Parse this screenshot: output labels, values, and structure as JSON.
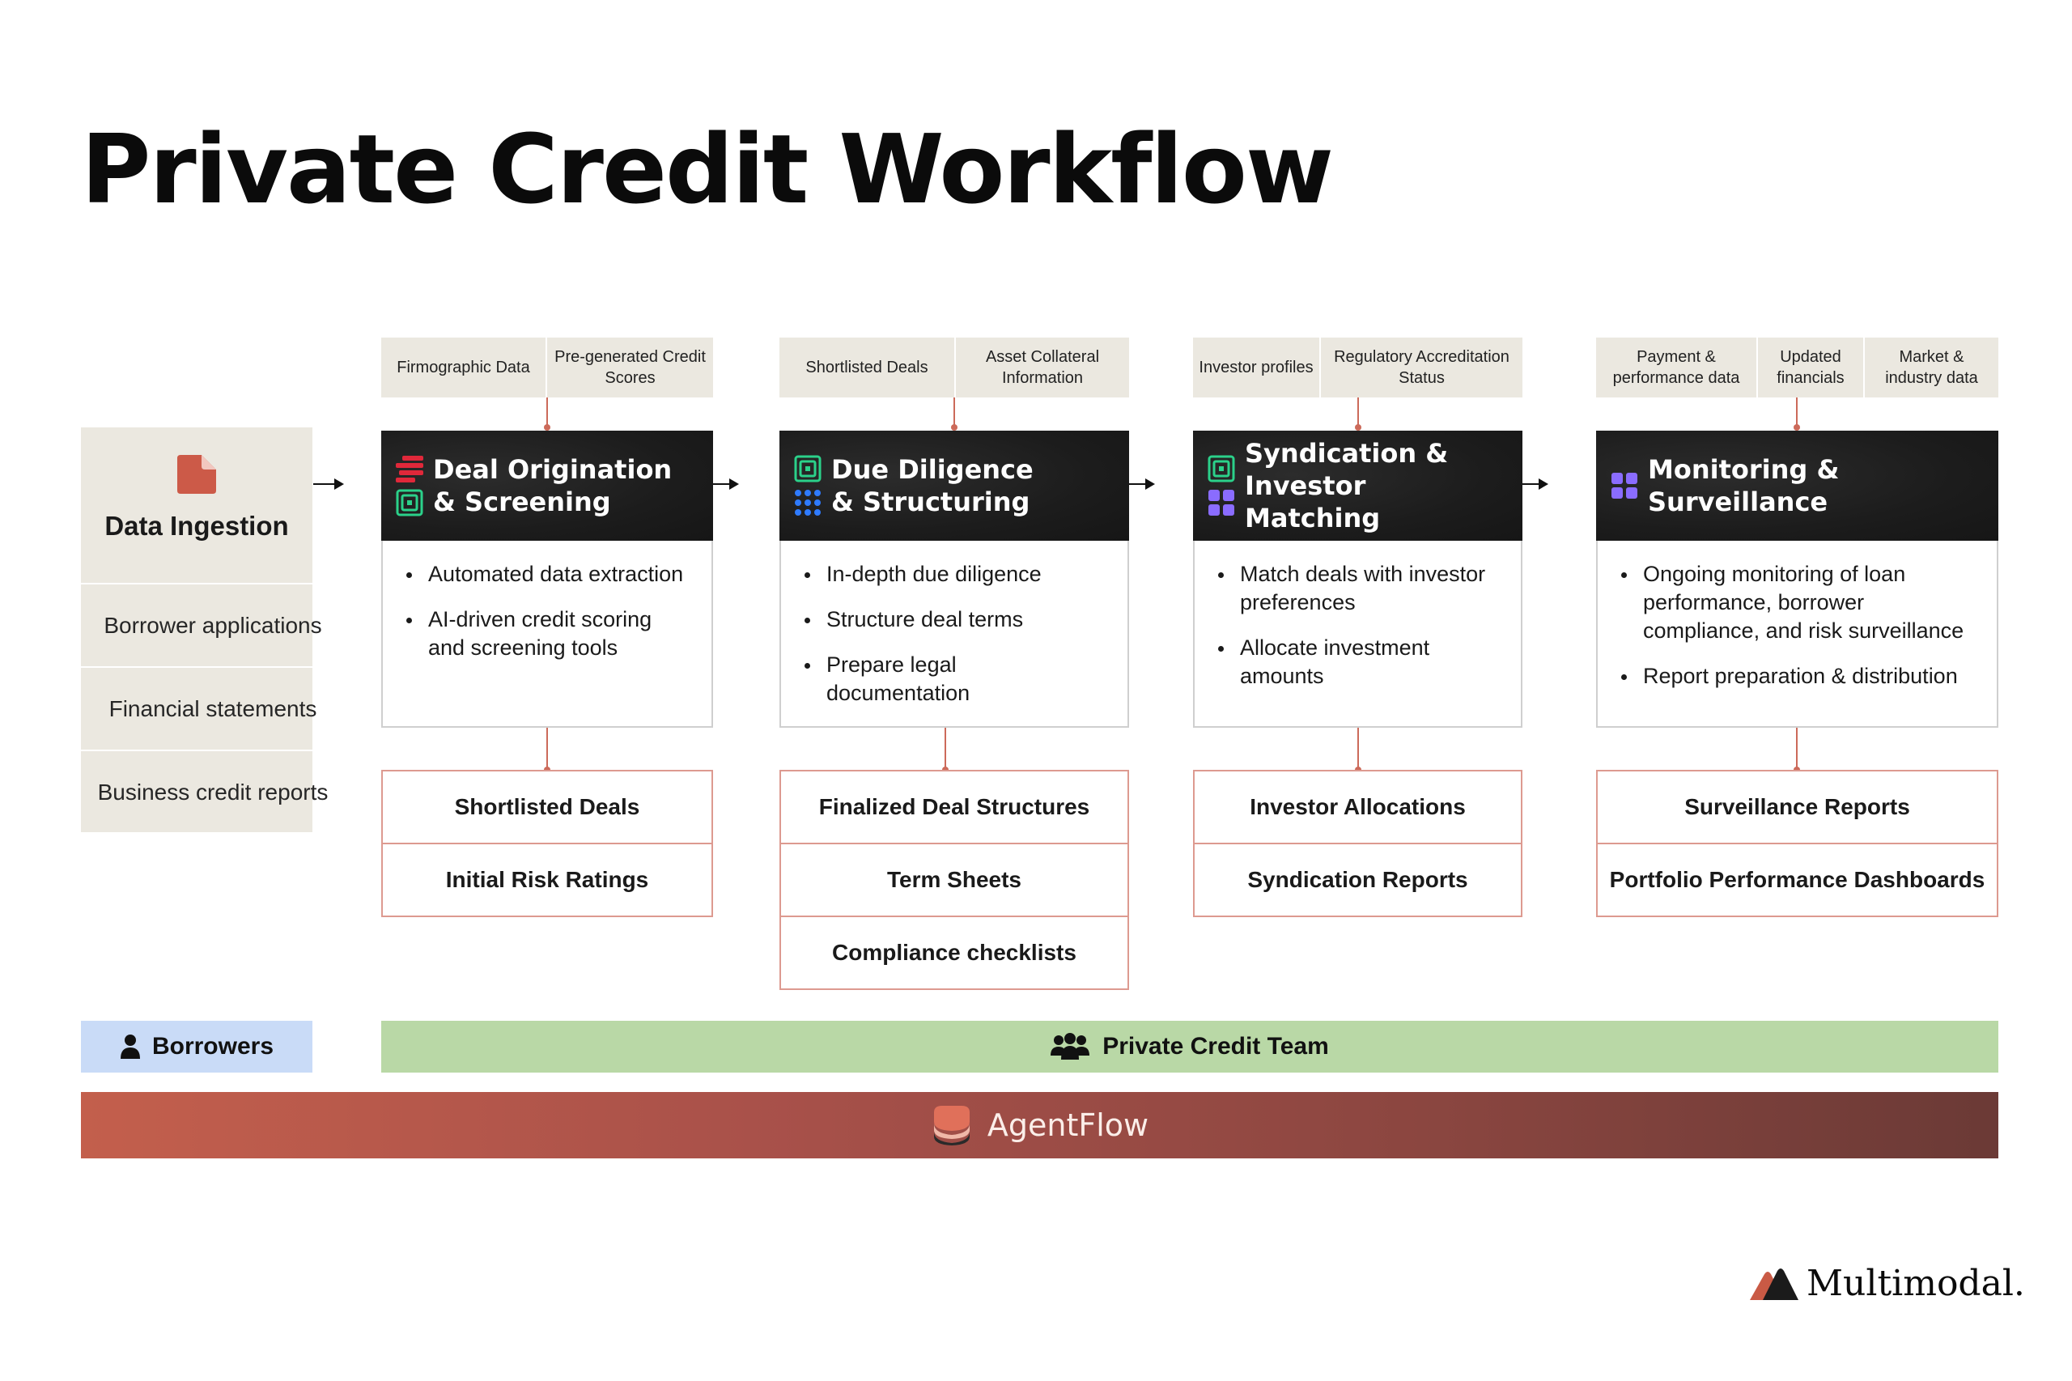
{
  "title": "Private Credit Workflow",
  "ingestion": {
    "title": "Data Ingestion",
    "items": [
      "Borrower applications",
      "Financial statements",
      "Business credit reports"
    ]
  },
  "stages": [
    {
      "inputs": [
        "Firmographic Data",
        "Pre-generated Credit Scores"
      ],
      "title": "Deal Origination & Screening",
      "bullets": [
        "Automated data extraction",
        "AI-driven credit scoring and screening tools"
      ],
      "outputs": [
        "Shortlisted Deals",
        "Initial Risk Ratings"
      ]
    },
    {
      "inputs": [
        "Shortlisted Deals",
        "Asset Collateral Information"
      ],
      "title": "Due Diligence & Structuring",
      "bullets": [
        "In-depth due diligence",
        "Structure deal terms",
        "Prepare legal documentation"
      ],
      "outputs": [
        "Finalized Deal Structures",
        "Term Sheets",
        "Compliance checklists"
      ]
    },
    {
      "inputs": [
        "Investor profiles",
        "Regulatory Accreditation Status"
      ],
      "title": "Syndication & Investor Matching",
      "bullets": [
        "Match deals with investor preferences",
        "Allocate investment amounts"
      ],
      "outputs": [
        "Investor Allocations",
        "Syndication Reports"
      ]
    },
    {
      "inputs": [
        "Payment & performance data",
        "Updated financials",
        "Market & industry data"
      ],
      "title": "Monitoring & Surveillance",
      "bullets": [
        "Ongoing monitoring of loan performance, borrower compliance, and risk surveillance",
        "Report preparation & distribution"
      ],
      "outputs": [
        "Surveillance Reports",
        "Portfolio Performance Dashboards"
      ]
    }
  ],
  "bars": {
    "borrowers": "Borrowers",
    "team": "Private Credit Team",
    "agentflow": "AgentFlow"
  },
  "brand": "Multimodal.",
  "colors": {
    "accent": "#cc6a5a",
    "borrowers_bg": "#c9dbf7",
    "team_bg": "#b9d8a6",
    "ingest_bg": "#ebe8e0",
    "stage_head_bg": "#1e1e1e"
  },
  "icons": {
    "ingestion": "document-icon",
    "stage1": [
      "red-stack-icon",
      "green-spiral-icon"
    ],
    "stage2": [
      "green-spiral-icon",
      "blue-dot-grid-icon"
    ],
    "stage3": [
      "green-spiral-icon",
      "purple-grid-icon"
    ],
    "stage4": [
      "purple-grid-icon"
    ],
    "borrowers": "person-icon",
    "team": "group-icon",
    "agentflow": "agentflow-logo-icon"
  }
}
